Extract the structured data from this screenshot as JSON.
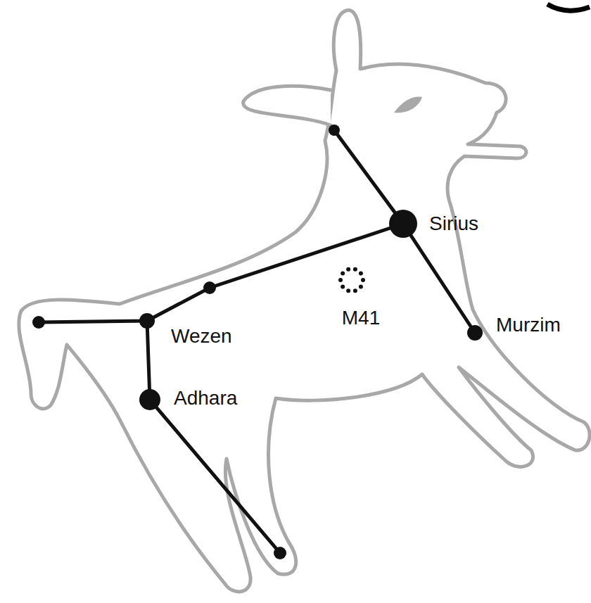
{
  "diagram": {
    "labels": [
      "Sirius",
      "M41",
      "Wezen",
      "Murzim",
      "Adhara"
    ]
  }
}
